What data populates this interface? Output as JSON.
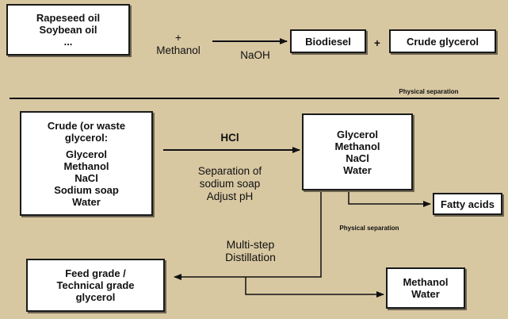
{
  "top": {
    "oils": [
      "Rapeseed oil",
      "Soybean oil",
      "..."
    ],
    "plus_methanol": [
      "+",
      "Methanol"
    ],
    "catalyst": "NaOH",
    "biodiesel": "Biodiesel",
    "plus": "+",
    "crude_glycerol": "Crude glycerol",
    "separation_note": "Physical separation"
  },
  "bottom": {
    "crude_box": [
      "Crude (or waste",
      "glycerol:",
      "Glycerol",
      "Methanol",
      "NaCl",
      "Sodium soap",
      "Water"
    ],
    "acid": "HCl",
    "steps": [
      "Separation of",
      "sodium soap",
      "Adjust pH"
    ],
    "mix_box": [
      "Glycerol",
      "Methanol",
      "NaCl",
      "Water"
    ],
    "fatty_acids": "Fatty acids",
    "separation_note": "Physical separation",
    "distillation": [
      "Multi-step",
      "Distillation"
    ],
    "product_box": [
      "Feed grade /",
      "Technical grade",
      "glycerol"
    ],
    "recovered_box": [
      "Methanol",
      "Water"
    ]
  }
}
